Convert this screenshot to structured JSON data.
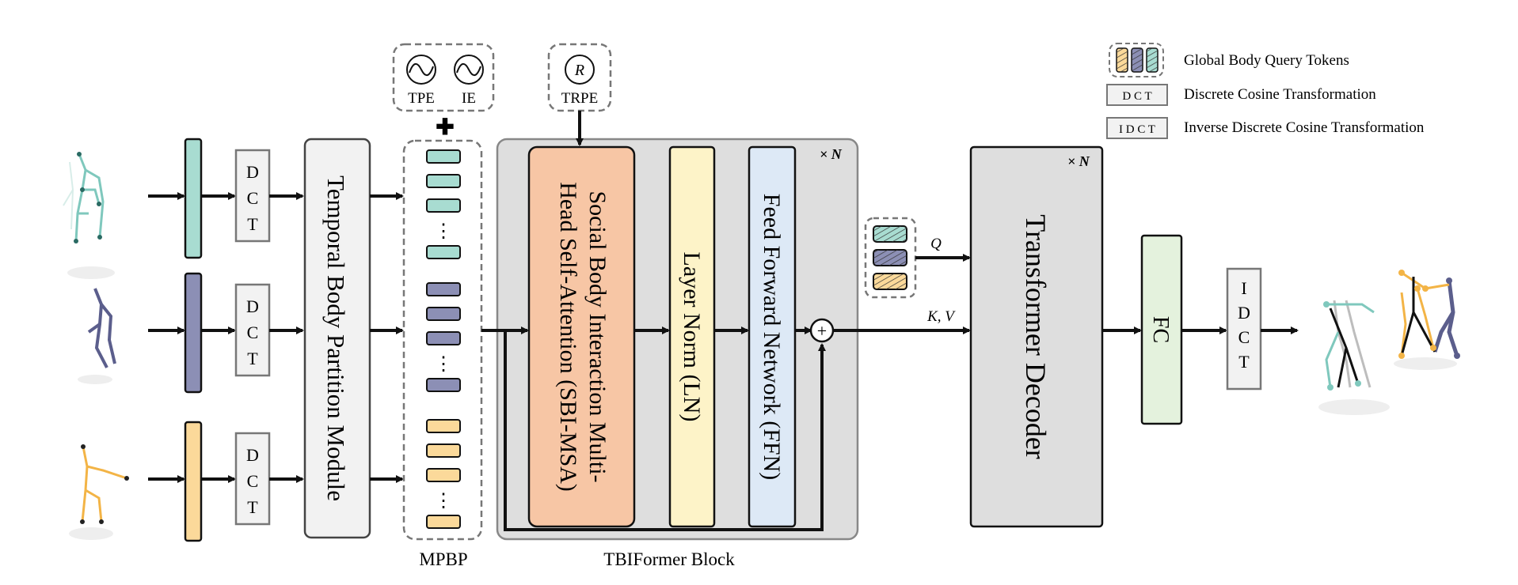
{
  "labels": {
    "dct": "D C T",
    "temporal_module": "Temporal Body Partition Module",
    "tpe": "TPE",
    "ie": "IE",
    "trpe": "TRPE",
    "r_symbol": "R",
    "plus": "✚",
    "ellipsis": "⋮",
    "mpbp": "MPBP",
    "tbiformer_block": "TBIFormer Block",
    "repeat_n": "× N",
    "sbi_line1": "Social Body Interaction Multi-",
    "sbi_line2": "Head Self-Attention (SBI-MSA)",
    "layer_norm": "Layer Norm (LN)",
    "ffn": "Feed Forward Network (FFN)",
    "q": "Q",
    "kv": "K, V",
    "transformer_decoder": "Transformer Decoder",
    "fc": "FC",
    "idct": "I D C T",
    "add": "+"
  },
  "legend": {
    "query_tokens": "Global Body Query Tokens",
    "dct_box": "D C T",
    "dct_text": "Discrete Cosine Transformation",
    "idct_box": "I D C T",
    "idct_text": "Inverse Discrete Cosine Transformation"
  },
  "colors": {
    "teal": "#a8dcd1",
    "navy": "#8c8fb5",
    "yellow": "#fbd99a",
    "sbi": "#f7c6a5",
    "ln": "#fdf3c8",
    "ffn": "#dde9f6",
    "fc": "#e4f2dd",
    "gray_panel": "#dedede",
    "light_box": "#f2f2f2"
  },
  "icons": {
    "sine_icon": "sine-wave-icon",
    "rotation_icon": "r-circle-icon"
  }
}
